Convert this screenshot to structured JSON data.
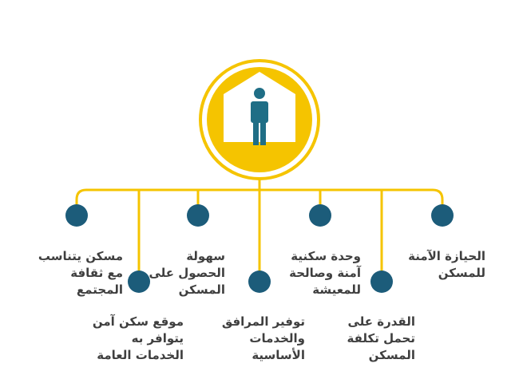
{
  "colors": {
    "accent": "#F5C400",
    "node": "#1C5C7A",
    "person": "#1F6E86",
    "text": "#3F3F3F",
    "background": "#FFFFFF"
  },
  "center_icon": "house-with-person-icon",
  "items": [
    {
      "id": "secure-tenure",
      "lines": [
        "الحيازة الآمنة",
        "للمسكن"
      ]
    },
    {
      "id": "affordability",
      "lines": [
        "القدرة على",
        "تحمل تكلفة",
        "المسكن"
      ]
    },
    {
      "id": "safe-unit",
      "lines": [
        "وحدة سكنية",
        "آمنة وصالحة",
        "للمعيشة"
      ]
    },
    {
      "id": "basic-services",
      "lines": [
        "توفير المرافق",
        "والخدمات",
        "الأساسية"
      ]
    },
    {
      "id": "accessibility",
      "lines": [
        "سهولة",
        "الحصول على",
        "المسكن"
      ]
    },
    {
      "id": "safe-location",
      "lines": [
        "موقع سكن آمن",
        "يتوافر به",
        "الخدمات العامة"
      ]
    },
    {
      "id": "cultural-fit",
      "lines": [
        "مسكن يتناسب",
        "مع ثقافة",
        "المجتمع"
      ]
    }
  ]
}
